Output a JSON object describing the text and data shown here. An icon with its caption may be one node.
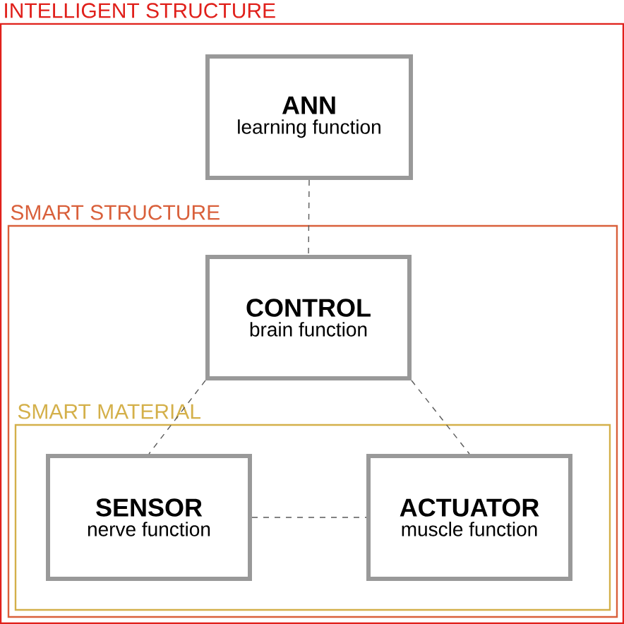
{
  "diagram": {
    "nodes": [
      {
        "text": [
          "INTELLIGENT STRUCTURE"
        ]
      },
      {
        "text": [
          "ANN",
          "learning function"
        ],
        "in": 0
      },
      {
        "text": [
          "SMART STRUCTURE"
        ],
        "in": 0
      },
      {
        "text": [
          "CONTROL",
          "brain function"
        ],
        "in": 2
      },
      {
        "text": [
          "SMART MATERIAL"
        ],
        "in": 2
      },
      {
        "text": [
          "SENSOR",
          "nerve function"
        ],
        "in": 4
      },
      {
        "text": [
          "ACTUATOR",
          "muscle function"
        ],
        "in": 4
      }
    ],
    "edges": [
      {
        "from": 1,
        "to": 3,
        "arrow": "none",
        "style": "dashed"
      },
      {
        "from": 3,
        "to": 5,
        "arrow": "none",
        "style": "dashed"
      },
      {
        "from": 3,
        "to": 6,
        "arrow": "none",
        "style": "dashed"
      },
      {
        "from": 5,
        "to": 6,
        "arrow": "none",
        "style": "dashed"
      }
    ]
  }
}
